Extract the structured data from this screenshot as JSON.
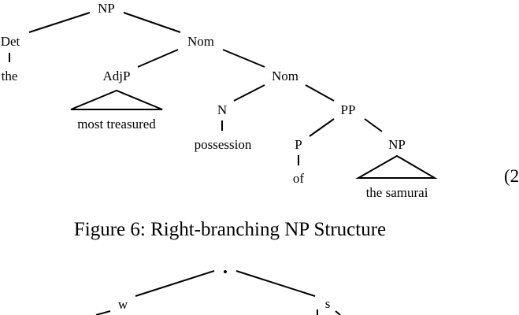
{
  "tree": {
    "root_np": "NP",
    "det": "Det",
    "det_word": "the",
    "nom_upper": "Nom",
    "adjp": "AdjP",
    "adjp_words": "most treasured",
    "nom_lower": "Nom",
    "n": "N",
    "n_word": "possession",
    "pp": "PP",
    "p": "P",
    "p_word": "of",
    "np_inner": "NP",
    "np_inner_words": "the samurai"
  },
  "equation_number": "(2",
  "caption": "Figure 6: Right-branching NP Structure",
  "second_tree": {
    "root": "•",
    "left": "w",
    "right": "s"
  }
}
